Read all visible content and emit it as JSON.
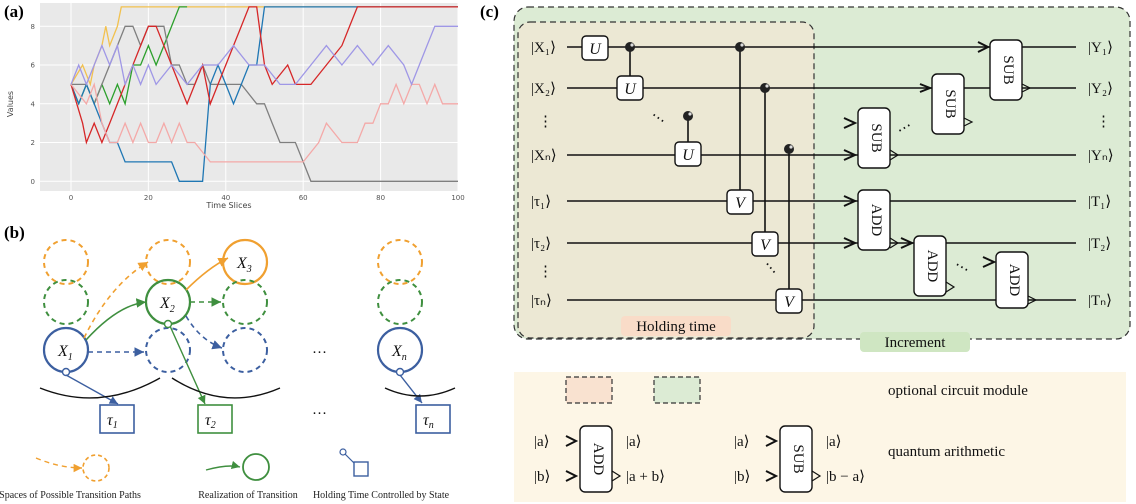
{
  "panels": {
    "a": "(a)",
    "b": "(b)",
    "c": "(c)"
  },
  "chart_data": {
    "type": "line",
    "xlabel": "Time Slices",
    "ylabel": "Values",
    "xlim": [
      -8,
      100
    ],
    "ylim": [
      -0.5,
      9.2
    ],
    "xticks": [
      0,
      20,
      40,
      60,
      80,
      100
    ],
    "yticks": [
      0,
      2,
      4,
      6,
      8
    ],
    "grid": true,
    "series": [
      {
        "color": "#f2c14e",
        "x": [
          0,
          3,
          5,
          6,
          8,
          9,
          10,
          12,
          13,
          14,
          100
        ],
        "y": [
          5,
          6,
          5,
          6,
          7,
          8,
          7,
          8,
          9,
          9,
          9
        ]
      },
      {
        "color": "#2ca02c",
        "x": [
          0,
          2,
          4,
          6,
          8,
          10,
          12,
          14,
          16,
          18,
          20,
          22,
          24,
          26,
          28,
          30
        ],
        "y": [
          5,
          4,
          5,
          4,
          5,
          4,
          5,
          4,
          6,
          6,
          7,
          6,
          7,
          8,
          9,
          9
        ]
      },
      {
        "color": "#7f7f7f",
        "x": [
          0,
          4,
          6,
          8,
          10,
          12,
          14,
          16,
          18,
          20,
          24,
          26,
          28,
          30,
          32,
          34,
          36,
          40,
          44,
          48,
          50,
          52,
          54,
          58,
          60,
          62,
          100
        ],
        "y": [
          5,
          5,
          4,
          5,
          6,
          7,
          8,
          8,
          7,
          8,
          8,
          6,
          6,
          5,
          5,
          6,
          5,
          5,
          5,
          4,
          4,
          3,
          2,
          2,
          1,
          0,
          0
        ]
      },
      {
        "color": "#1f77b4",
        "x": [
          0,
          2,
          4,
          6,
          8,
          10,
          12,
          14,
          16,
          18,
          20,
          22,
          24,
          26,
          28,
          30,
          32,
          34,
          36,
          38,
          40,
          42,
          44,
          46,
          48,
          50,
          100
        ],
        "y": [
          5,
          4,
          5,
          4,
          3,
          2,
          2,
          1,
          1,
          1,
          1,
          1,
          1,
          1,
          0,
          0,
          0,
          0,
          5,
          6,
          5,
          4,
          5,
          6,
          6,
          9,
          9
        ]
      },
      {
        "color": "#d62728",
        "x": [
          0,
          3,
          4,
          6,
          8,
          10,
          12,
          14,
          16,
          18,
          20,
          22,
          24,
          26,
          28,
          30,
          32,
          34,
          36,
          38,
          40,
          42,
          44,
          46,
          48,
          50,
          52,
          56,
          58,
          62,
          66,
          70,
          72,
          74,
          76,
          100
        ],
        "y": [
          5,
          3,
          2,
          3,
          2,
          3,
          4,
          5,
          6,
          7,
          8,
          8,
          7,
          6,
          5,
          4,
          5,
          6,
          4,
          5,
          6,
          7,
          8,
          9,
          9,
          6,
          5,
          6,
          5,
          5,
          6,
          7,
          8,
          9,
          9,
          9
        ]
      },
      {
        "color": "#f4a9a8",
        "x": [
          0,
          4,
          6,
          8,
          10,
          12,
          14,
          16,
          18,
          20,
          22,
          24,
          26,
          28,
          30,
          32,
          36,
          40,
          44,
          48,
          52,
          56,
          60,
          64,
          66,
          70,
          74,
          76,
          78,
          80,
          82,
          84,
          86,
          88,
          90,
          92,
          94,
          96,
          100
        ],
        "y": [
          5,
          4,
          5,
          3,
          2,
          2,
          3,
          2,
          3,
          2,
          2,
          3,
          2,
          3,
          2,
          2,
          1,
          1,
          1,
          1,
          1,
          1,
          1,
          2,
          3,
          2,
          2,
          3,
          3,
          4,
          4,
          5,
          4,
          5,
          5,
          4,
          5,
          4,
          4
        ]
      },
      {
        "color": "#9f97e6",
        "x": [
          0,
          2,
          4,
          6,
          8,
          10,
          12,
          14,
          16,
          18,
          20,
          22,
          26,
          30,
          34,
          38,
          42,
          46,
          50,
          54,
          58,
          62,
          66,
          70,
          74,
          78,
          82,
          86,
          88,
          90,
          92,
          94,
          96,
          100
        ],
        "y": [
          5,
          6,
          5,
          6,
          7,
          6,
          7,
          5,
          6,
          5,
          6,
          5,
          6,
          5,
          6,
          6,
          7,
          6,
          6,
          5,
          5,
          6,
          7,
          6,
          7,
          6,
          7,
          6,
          5,
          6,
          7,
          8,
          8,
          8
        ]
      }
    ]
  },
  "panel_b": {
    "nodes": {
      "x1": "X",
      "x1_sub": "1",
      "x2": "X",
      "x2_sub": "2",
      "x3": "X",
      "x3_sub": "3",
      "xn": "X",
      "xn_sub": "n"
    },
    "taus": {
      "t1": "τ",
      "t1_sub": "1",
      "t2": "τ",
      "t2_sub": "2",
      "tn": "τ",
      "tn_sub": "n"
    },
    "ellipsis": "···",
    "legend": {
      "possible": "Spaces of Possible Transition Paths",
      "realization": "Realization of Transition",
      "holding": "Holding Time Controlled by State"
    },
    "colors": {
      "blue": "#3c5fa0",
      "green": "#3f8f3f",
      "orange": "#f0a030"
    }
  },
  "circuit": {
    "inputs": [
      "|X₁⟩",
      "|X₂⟩",
      "⋮",
      "|Xₙ⟩",
      "|τ₁⟩",
      "|τ₂⟩",
      "⋮",
      "|τₙ⟩"
    ],
    "outputs": [
      "|Y₁⟩",
      "|Y₂⟩",
      "⋮",
      "|Yₙ⟩",
      "|T₁⟩",
      "|T₂⟩",
      "|Tₙ⟩"
    ],
    "gates": {
      "u": "U",
      "v": "V",
      "add": "ADD",
      "sub": "SUB",
      "dots": "⋯"
    },
    "labels": {
      "holding": "Holding time",
      "increment": "Increment"
    },
    "legend": {
      "optional": "optional circuit module",
      "arith": "quantum arithmetic",
      "a_in": "|a⟩",
      "b_in": "|b⟩",
      "a_out": "|a⟩",
      "add_out": "|a + b⟩",
      "sub_out": "|b − a⟩"
    },
    "colors": {
      "holding_bg": "#f5eddc",
      "increment_bg": "#dcebd4",
      "holding_tag": "#f9dcc8",
      "increment_tag": "#cfe6c2",
      "legend_bg": "#fdf6e6"
    }
  }
}
